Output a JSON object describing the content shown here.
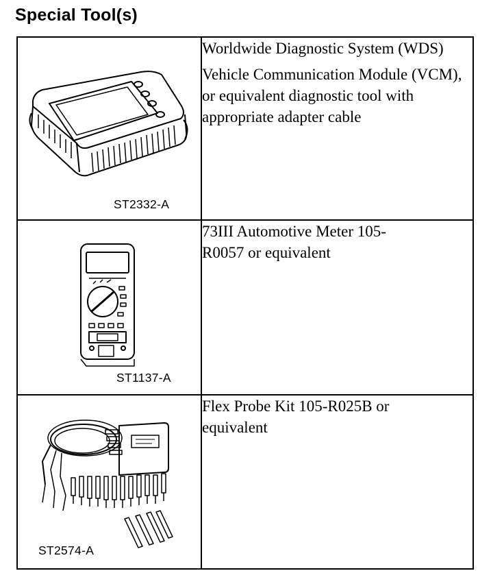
{
  "heading": "Special Tool(s)",
  "tools": [
    {
      "code": "ST2332-A",
      "icon": "diagnostic-system-icon",
      "lines": [
        "Worldwide Diagnostic System (WDS)",
        "Vehicle Communication Module (VCM), or equivalent diagnostic tool with appropriate adapter cable"
      ]
    },
    {
      "code": "ST1137-A",
      "icon": "multimeter-icon",
      "lines": [
        "73III Automotive Meter 105-R0057 or equivalent"
      ]
    },
    {
      "code": "ST2574-A",
      "icon": "flex-probe-kit-icon",
      "lines": [
        "Flex Probe Kit 105-R025B or equivalent"
      ]
    }
  ]
}
